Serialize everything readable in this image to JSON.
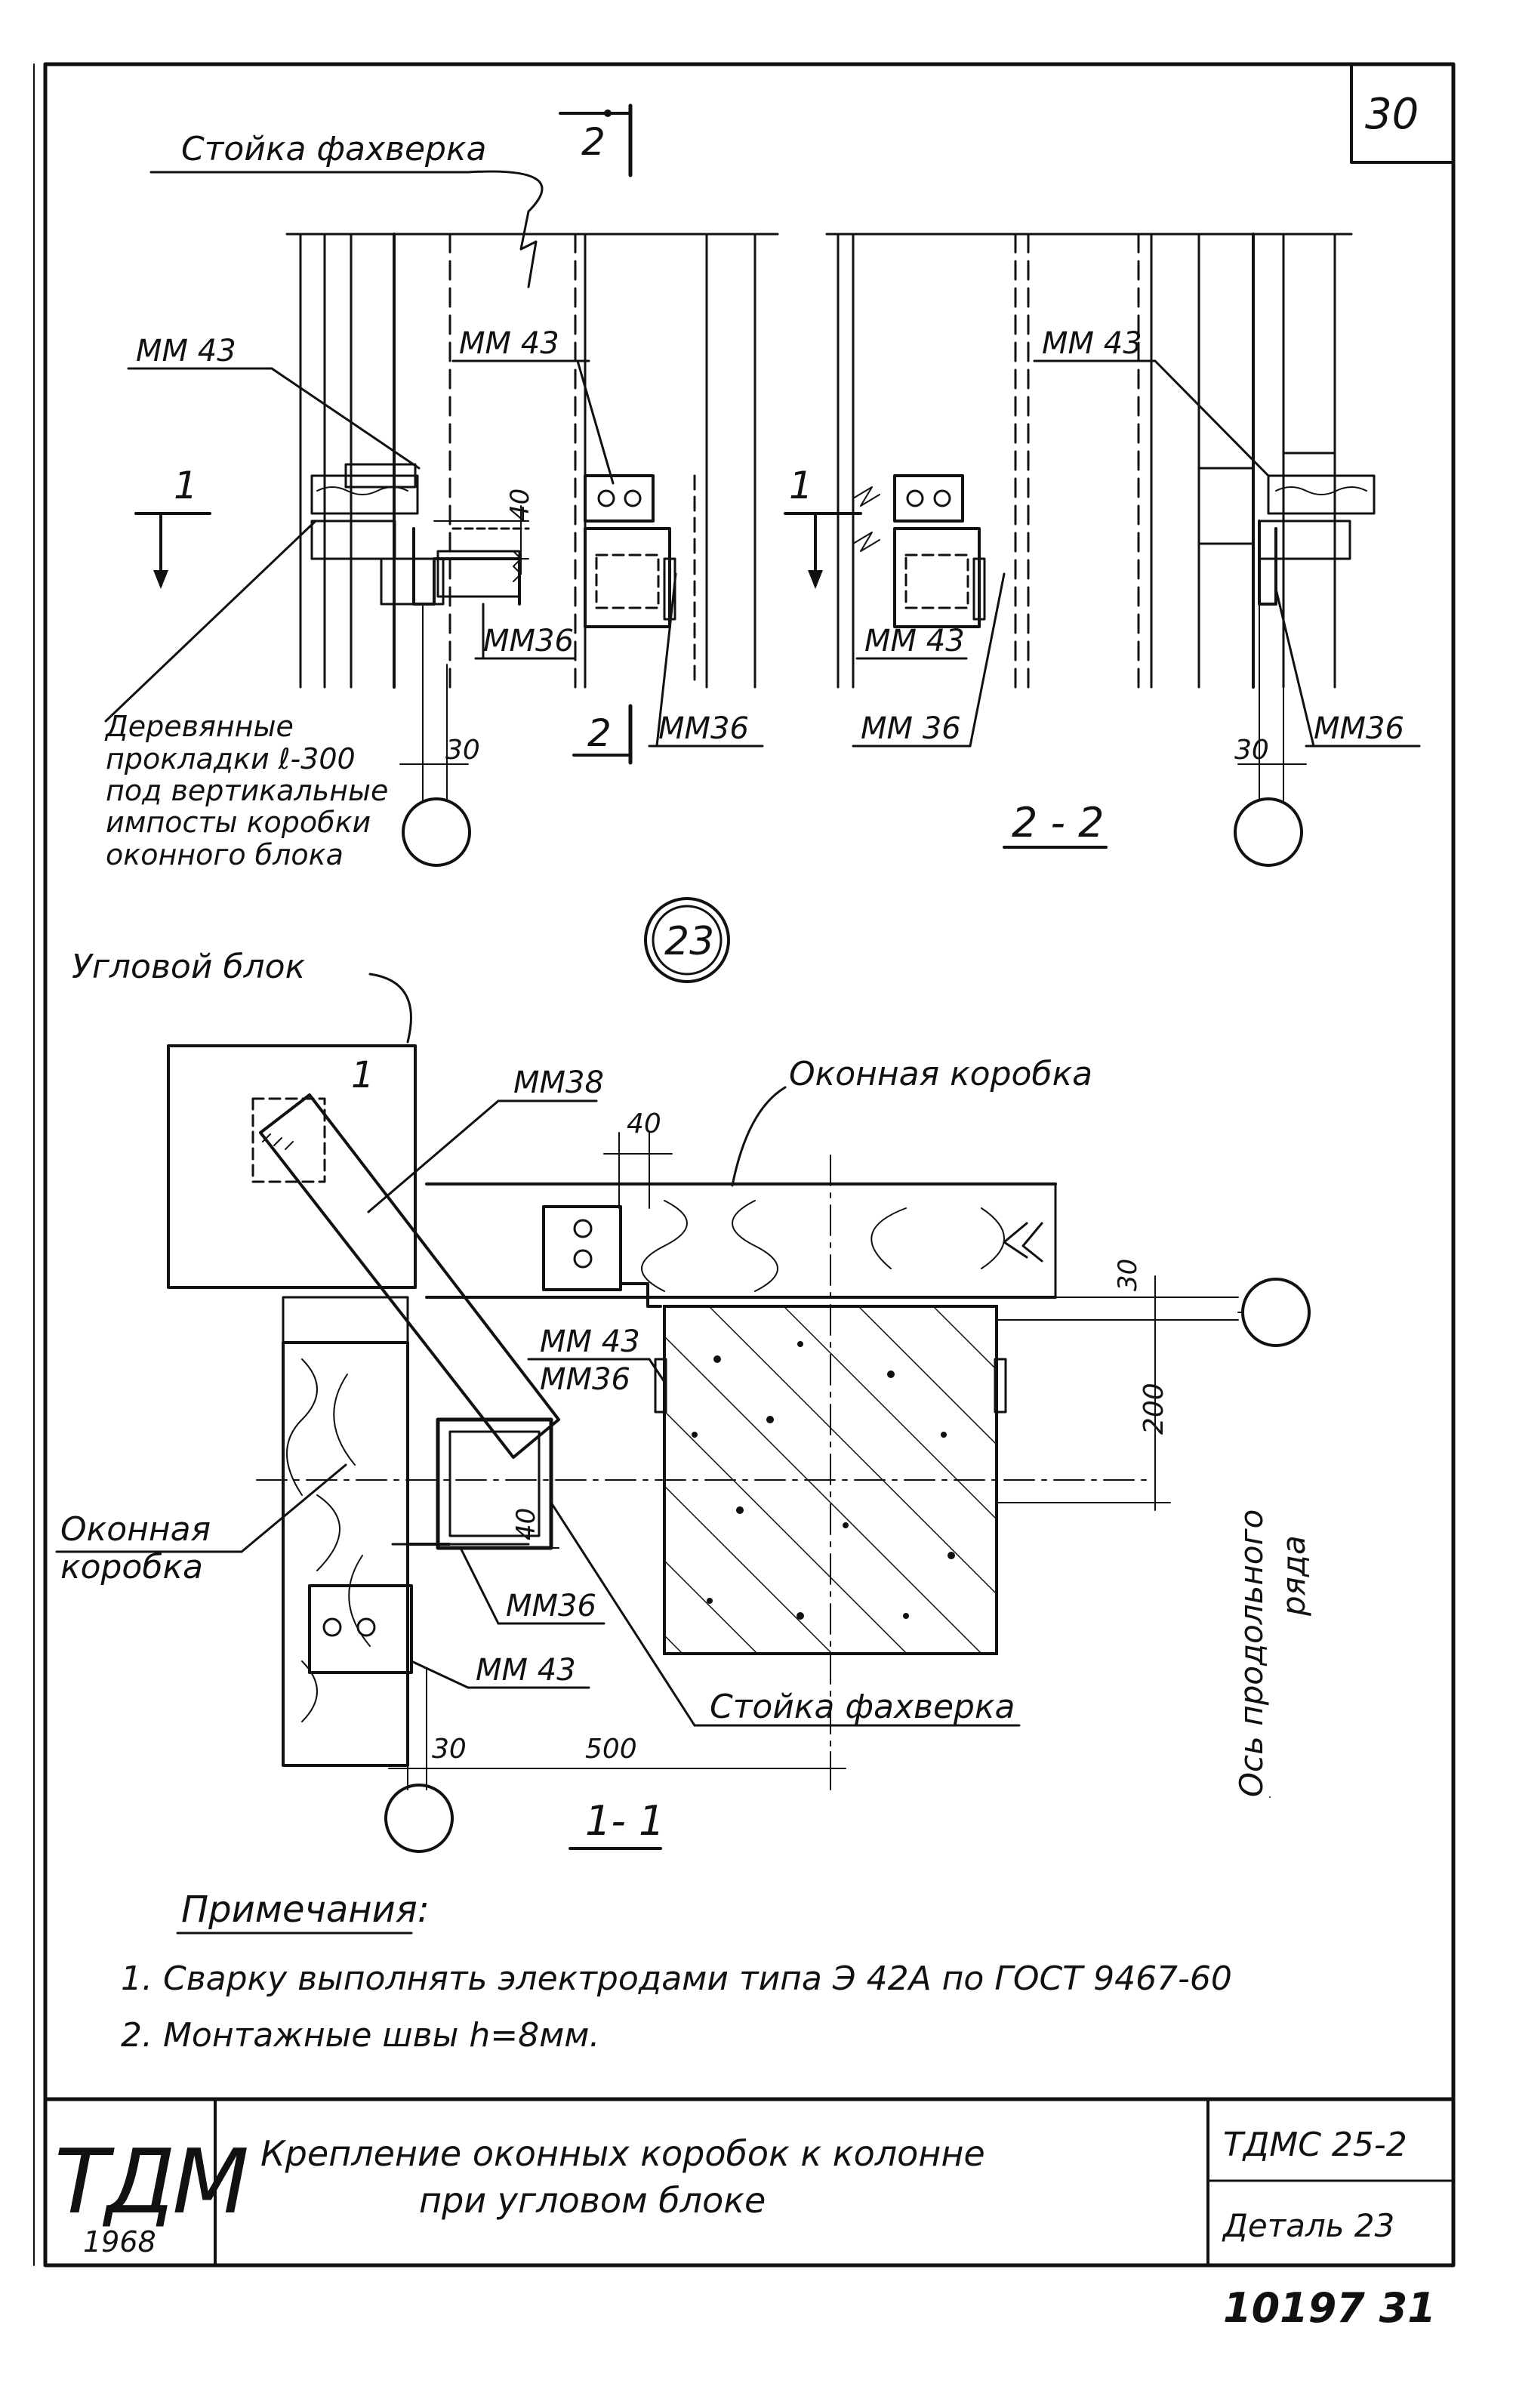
{
  "sheet_number": "30",
  "doc": {
    "code": "ТДМС 25-2",
    "detail": "Деталь 23",
    "title_line1": "Крепление оконных коробок к колонне",
    "title_line2": "при угловом блоке",
    "logo": "ТДМ",
    "year": "1968",
    "inventory": "10197 31"
  },
  "detail_number": "23",
  "labels": {
    "stoyka_top": "Стойка фахверка",
    "stoyka_bottom": "Стойка фахверка",
    "section_mark_1": "1",
    "section_mark_2": "2",
    "section_22": "2 - 2",
    "section_11": "1- 1",
    "mm43_a": "ММ 43",
    "mm43_b": "ММ 43",
    "mm43_c": "ММ 43",
    "mm43_d": "ММ 43",
    "mm43_e": "ММ 43",
    "mm43_f": "ММ 43",
    "mm36_a": "ММ36",
    "mm36_b": "ММ36",
    "mm36_c": "ММ 36",
    "mm36_d": "ММ36",
    "mm36_e": "ММ36",
    "mm36_f": "ММ36",
    "mm38": "ММ38",
    "wood_note_1": "Деревянные",
    "wood_note_2": "прокладки ℓ-300",
    "wood_note_3": "под вертикальные",
    "wood_note_4": "импосты коробки",
    "wood_note_5": "оконного блока",
    "corner_block": "Угловой блок",
    "window_box_top": "Оконная коробка",
    "window_box_left_1": "Оконная",
    "window_box_left_2": "коробка",
    "axis_label_1": "Ось продольного",
    "axis_label_2": "ряда",
    "leader_1": "1"
  },
  "dimensions": {
    "d40_top": "40",
    "d30_top_left": "30",
    "d30_top_right": "30",
    "d40_plan": "40",
    "d30_plan_right": "30",
    "d200": "200",
    "d40_plan_low": "40",
    "d30_plan_bottom": "30",
    "d500": "500"
  },
  "notes": {
    "heading": "Примечания:",
    "items": [
      "1. Сварку выполнять электродами типа Э 42А по ГОСТ 9467-60",
      "2. Монтажные швы h=8мм."
    ]
  }
}
